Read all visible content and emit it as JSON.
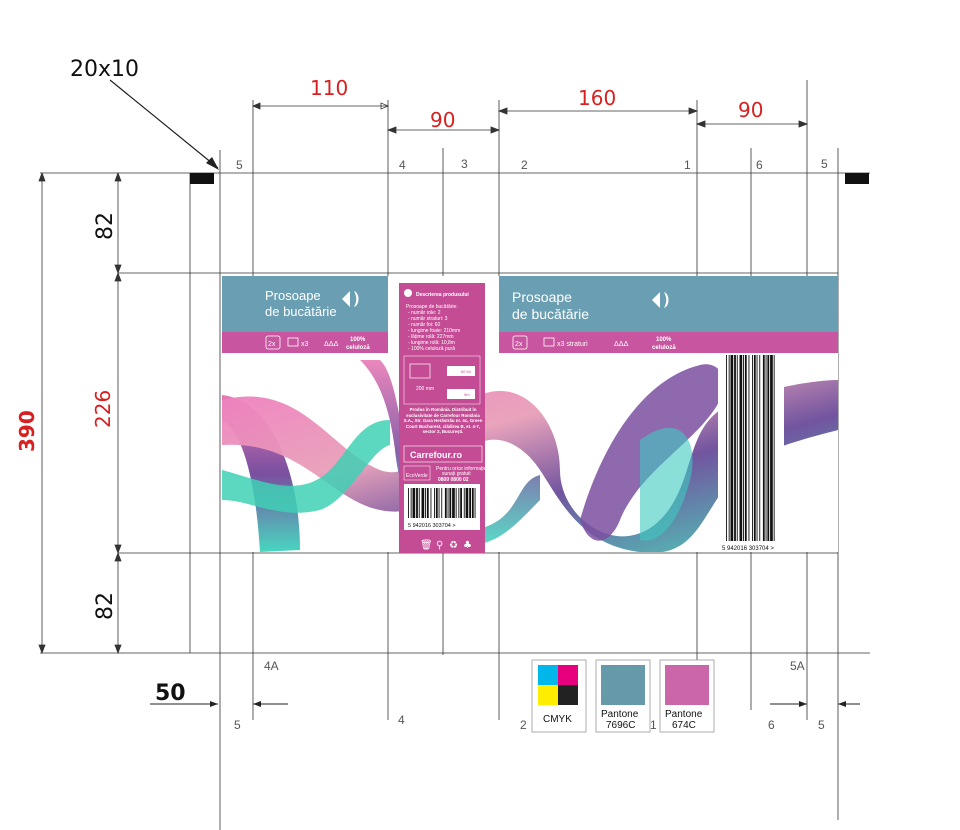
{
  "dimensions": {
    "corner_label": "20x10",
    "top": [
      "110",
      "90",
      "160",
      "90"
    ],
    "left_total": "390",
    "left_parts": [
      "82",
      "226",
      "82"
    ],
    "bottom_offset": "50"
  },
  "panel_numbers_top": [
    "5",
    "4",
    "3",
    "2",
    "1",
    "6",
    "5"
  ],
  "panel_numbers_bottom": [
    "5",
    "4",
    "2",
    "1",
    "6",
    "5"
  ],
  "bottom_labels": [
    "4A",
    "5A"
  ],
  "front_panel": {
    "title_line1": "Prosoape",
    "title_line2": "de bucătărie",
    "badge_count": "2x",
    "layers_short": "x3",
    "cellulose_line1": "100%",
    "cellulose_line2": "celuloză"
  },
  "back_panel": {
    "title_line1": "Prosoape",
    "title_line2": "de bucătărie",
    "badge_count": "2x",
    "layers_long": "x3 straturi",
    "cellulose_line1": "100%",
    "cellulose_line2": "celuloză"
  },
  "description_panel": {
    "heading": "Descrierea produsului",
    "lines": [
      "Prosoape de bucătărie:",
      "- număr role:  2",
      "- număr straturi:  3",
      "- număr foi:  60",
      "- lungime foaie:  210mm",
      "- lățime rolă:  227mm",
      "- lungime rolă:  10,8m",
      "- 100% celuloză pură"
    ],
    "icon_sheet_size": "200 mm",
    "icon_sheet_count": "60 foi",
    "icon_length": "9m",
    "origin_text": "Produs în România. Distribuit în exclusivitate de Carrefour România S.A., Str. Gara Herăstrău nr. 4c, Green Court Bucharest, clădirea B, et. 4-7, sector 2, București.",
    "brand": "Carrefour.ro",
    "eco_label": "EcoVerde",
    "contact_line1": "Pentru orice informație",
    "contact_line2": "sunați gratuit",
    "contact_phone": "0800 0800 02",
    "barcode": "5 942016 303704 >"
  },
  "side_barcode": "5 942016 303704 >",
  "swatches": [
    {
      "label": "CMYK"
    },
    {
      "label_line1": "Pantone",
      "label_line2": "7696C",
      "color": "#6699aa"
    },
    {
      "label_line1": "Pantone",
      "label_line2": "674C",
      "color": "#cc66aa"
    }
  ],
  "colors": {
    "header_blue": "#6a9fb3",
    "band_pink": "#c8559f",
    "panel_pink": "#c44c95",
    "dim_red": "#d82020"
  }
}
